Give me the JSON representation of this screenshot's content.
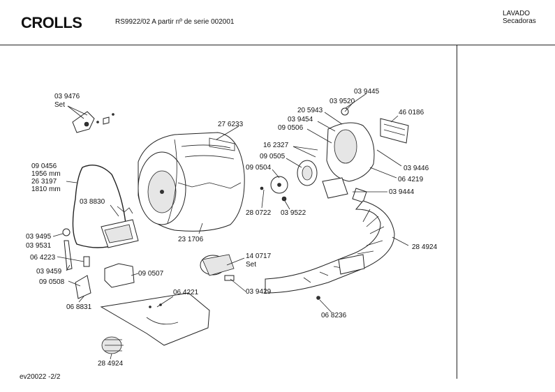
{
  "header": {
    "brand": "CROLLS",
    "model_line": "RS9922/02   A partir  nº de serie 002001",
    "category_1": "LAVADO",
    "category_2": "Secadoras"
  },
  "footer": {
    "page_ref": "ev20022   -2/2"
  },
  "labels": {
    "l_039476": "03 9476",
    "l_set1": "Set",
    "l_276233": "27 6233",
    "l_039445": "03 9445",
    "l_039520": "03 9520",
    "l_205943": "20 5943",
    "l_460186": "46 0186",
    "l_039454": "03 9454",
    "l_090506": "09 0506",
    "l_162327": "16 2327",
    "l_090505": "09 0505",
    "l_090504": "09 0504",
    "l_039446": "03 9446",
    "l_064219": "06 4219",
    "l_039444": "03 9444",
    "l_090456": "09 0456",
    "l_1956mm": "1956 mm",
    "l_263197": "26 3197",
    "l_1810mm": "1810 mm",
    "l_038830": "03 8830",
    "l_280722": "28 0722",
    "l_039522": "03 9522",
    "l_284924a": "28 4924",
    "l_231706": "23 1706",
    "l_039495": "03 9495",
    "l_039531": "03 9531",
    "l_064223": "06 4223",
    "l_039459": "03 9459",
    "l_090508": "09 0508",
    "l_140717": "14 0717",
    "l_set2": "Set",
    "l_090507": "09 0507",
    "l_039429": "03 9429",
    "l_068831": "06 8831",
    "l_064221": "06 4221",
    "l_068236": "06 8236",
    "l_284924b": "28 4924"
  }
}
